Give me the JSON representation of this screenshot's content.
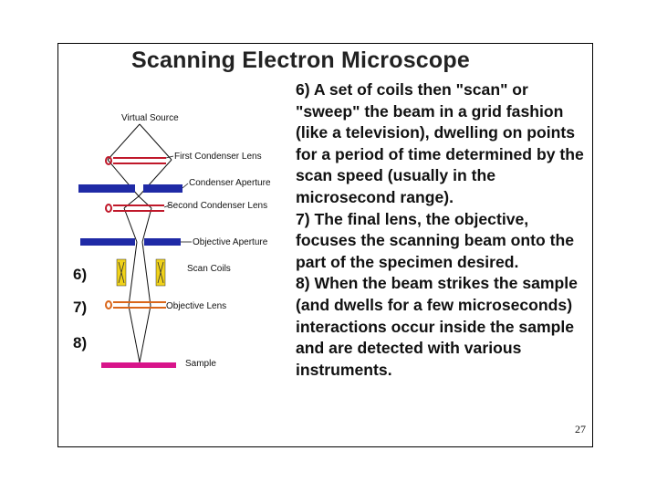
{
  "slide": {
    "title": "Scanning Electron Microscope",
    "page_number": "27"
  },
  "text": {
    "p6_lead": "6) A set of coils then \"scan\" or \"sweep\" the beam in a grid fashion (like a television), dwelling on points for a period of time determined by the scan speed (usually in the microsecond range).",
    "p7_lead": "7) The final lens, the objective, focuses the scanning beam onto the part of the specimen desired.",
    "p8_lead": "8) When the beam strikes the sample (and dwells for a few microseconds) interactions occur inside the sample and are detected with various instruments."
  },
  "diagram": {
    "labels": {
      "virtual_source": "Virtual Source",
      "first_condenser_lens": "First Condenser Lens",
      "condenser_aperture": "Condenser Aperture",
      "second_condenser_lens": "Second Condenser Lens",
      "objective_aperture": "Objective Aperture",
      "scan_coils": "Scan Coils",
      "objective_lens": "Objective Lens",
      "sample": "Sample"
    },
    "steps": {
      "s6": "6)",
      "s7": "7)",
      "s8": "8)"
    },
    "colors": {
      "aperture": "#1f2aa6",
      "lens": "#c0182a",
      "objective_lens": "#d9661a",
      "scan_coil": "#f0d21a",
      "sample": "#d8148a"
    }
  }
}
